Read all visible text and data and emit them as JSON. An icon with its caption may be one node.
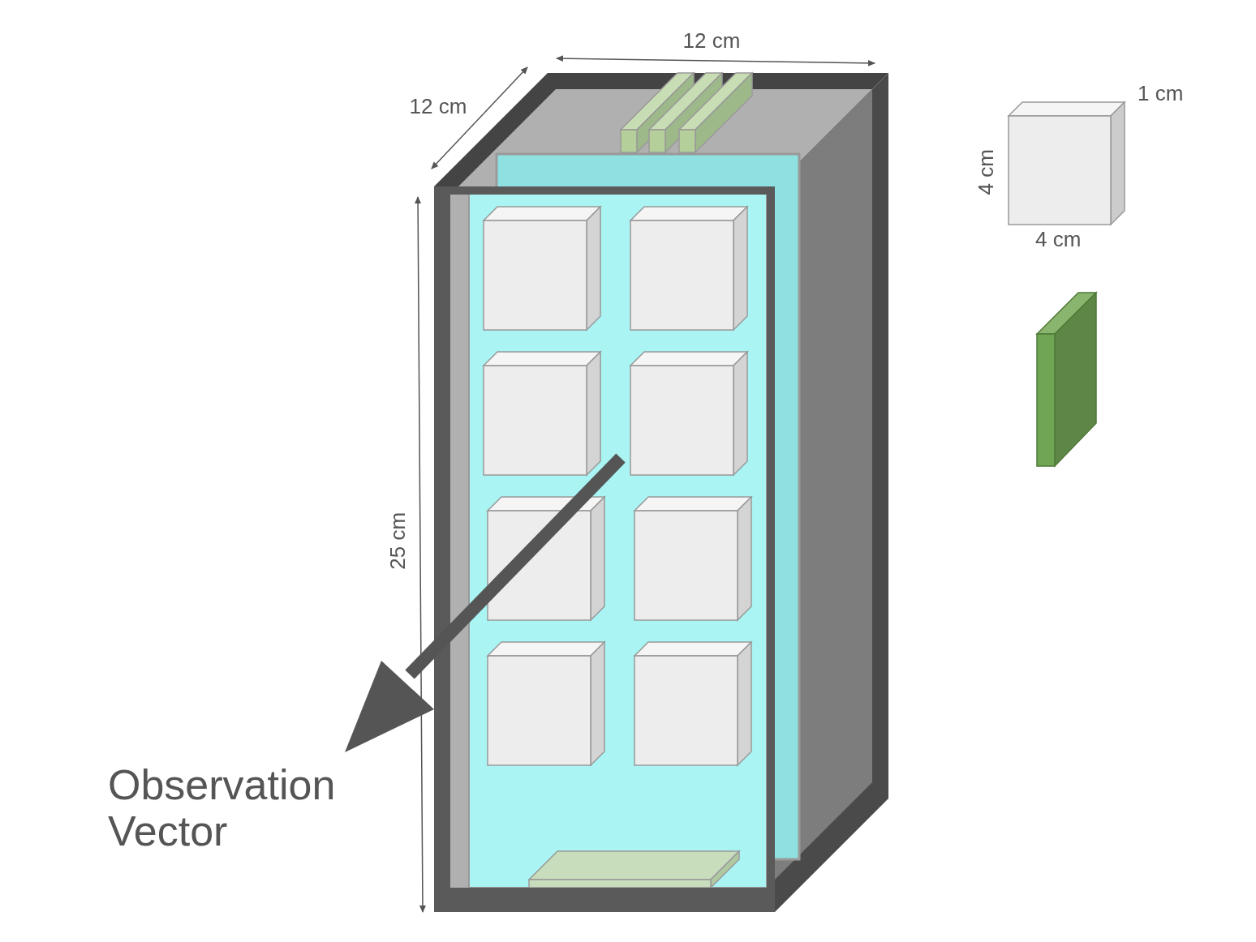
{
  "diagram": {
    "labels": [
      "12 cm",
      "1 cm",
      "12 cm",
      "4 cm",
      "4 cm",
      "25 cm",
      "Observation Vector"
    ]
  }
}
